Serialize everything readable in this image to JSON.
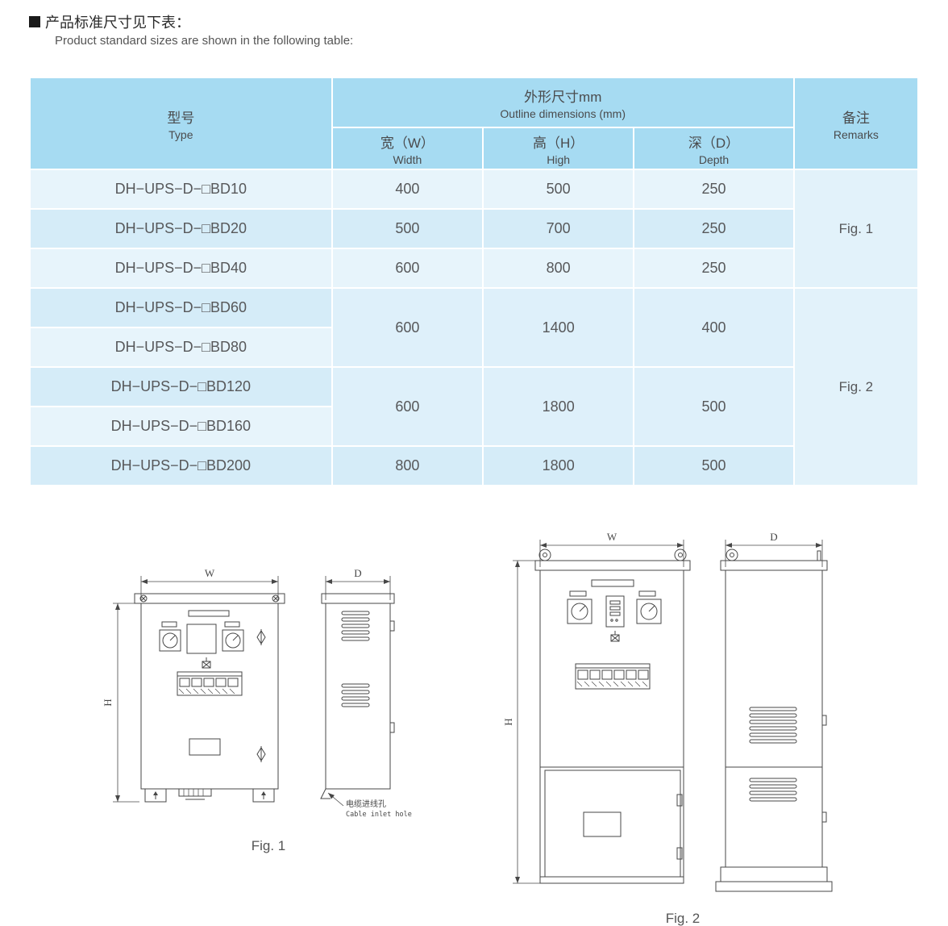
{
  "page": {
    "title_zh": "产品标准尺寸见下表：",
    "subtitle_en": "Product standard sizes are shown in the following table:"
  },
  "table": {
    "header": {
      "type_zh": "型号",
      "type_en": "Type",
      "outline_zh": "外形尺寸mm",
      "outline_en": "Outline dimensions (mm)",
      "width_zh": "宽（W）",
      "width_en": "Width",
      "high_zh": "高（H）",
      "high_en": "High",
      "depth_zh": "深（D）",
      "depth_en": "Depth",
      "remarks_zh": "备注",
      "remarks_en": "Remarks"
    },
    "rows": [
      {
        "type": "DH−UPS−D−□BD10",
        "w": "400",
        "h": "500",
        "d": "250"
      },
      {
        "type": "DH−UPS−D−□BD20",
        "w": "500",
        "h": "700",
        "d": "250"
      },
      {
        "type": "DH−UPS−D−□BD40",
        "w": "600",
        "h": "800",
        "d": "250"
      },
      {
        "type": "DH−UPS−D−□BD60"
      },
      {
        "type": "DH−UPS−D−□BD80"
      },
      {
        "type": "DH−UPS−D−□BD120"
      },
      {
        "type": "DH−UPS−D−□BD160"
      },
      {
        "type": "DH−UPS−D−□BD200",
        "w": "800",
        "h": "1800",
        "d": "500"
      }
    ],
    "merged_values": {
      "bd60_bd80": {
        "w": "600",
        "h": "1400",
        "d": "400"
      },
      "bd120_bd160": {
        "w": "600",
        "h": "1800",
        "d": "500"
      }
    },
    "remarks": {
      "fig1": "Fig. 1",
      "fig2": "Fig. 2"
    }
  },
  "figures": {
    "fig1": {
      "caption": "Fig. 1",
      "dim_w": "W",
      "dim_h": "H",
      "dim_d": "D",
      "cable_zh": "电缆进线孔",
      "cable_en": "Cable inlet hole"
    },
    "fig2": {
      "caption": "Fig. 2",
      "dim_w": "W",
      "dim_h": "H",
      "dim_d": "D"
    }
  },
  "colors": {
    "header_blue": "#a6dbf2",
    "row_light": "#e7f4fb",
    "row_mid": "#d5ecf8",
    "text": "#57585a"
  }
}
